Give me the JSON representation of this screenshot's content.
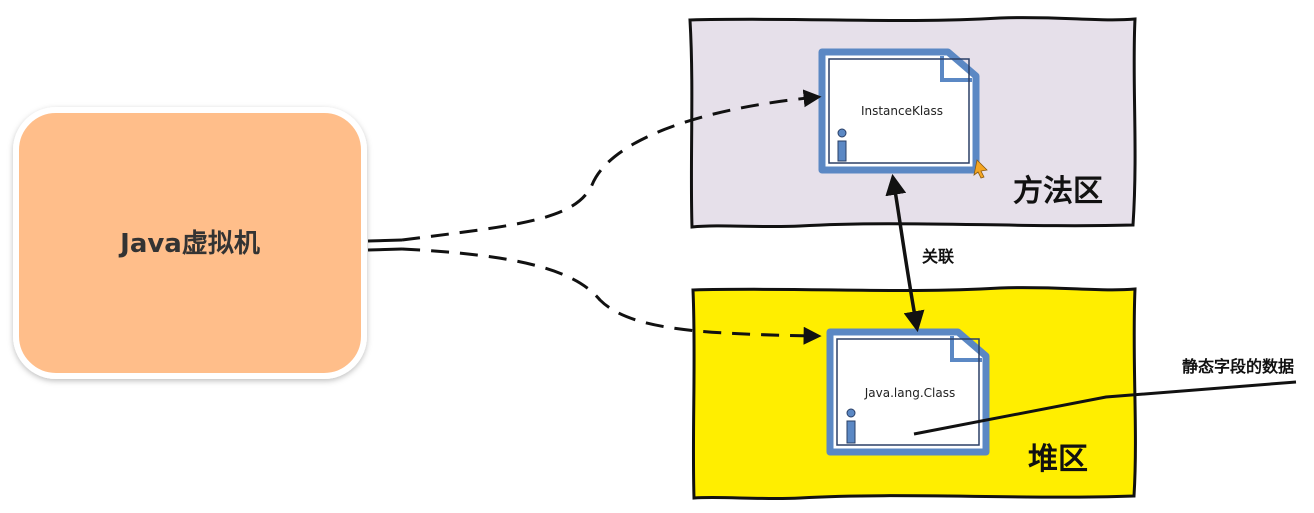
{
  "jvm": {
    "label": "Java虚拟机",
    "fill": "#ffbe8a"
  },
  "method_area": {
    "label": "方法区",
    "fill": "#e6e0ea"
  },
  "heap": {
    "label": "堆区",
    "fill": "#ffee00"
  },
  "instance_klass": {
    "label": "InstanceKlass"
  },
  "class_object": {
    "label": "Java.lang.Class"
  },
  "association": {
    "label": "关联"
  },
  "static_note": {
    "label": "静态字段的数据"
  },
  "colors": {
    "doc_border": "#5b88c4",
    "ink": "#111111"
  }
}
